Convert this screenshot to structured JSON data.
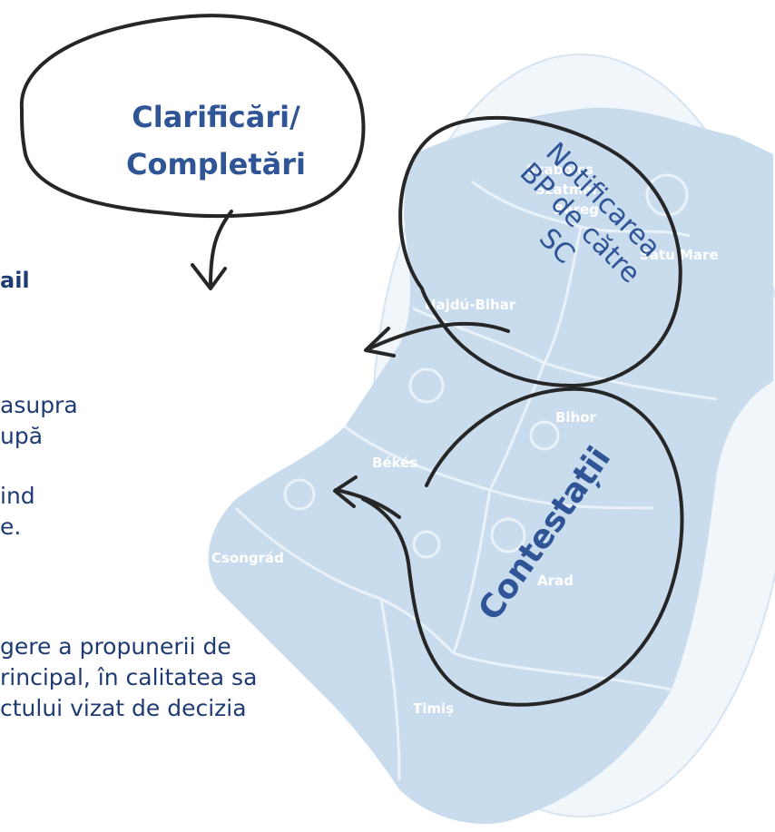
{
  "bubbles": {
    "clarificari": {
      "line1": "Clarificări/",
      "line2": "Completări"
    },
    "notificarea": {
      "line1": "Notificarea",
      "line2": "BP de către",
      "line3": "SC"
    },
    "contestatii": {
      "label": "Contestații"
    }
  },
  "map": {
    "regions": [
      "Szabolcs",
      "Szatmár",
      "Bereg",
      "Satu Mare",
      "Hajdú-Bihar",
      "Bihor",
      "Békés",
      "Csongrád",
      "Arad",
      "Timiș"
    ]
  },
  "body_text": {
    "bold_fragment": "ail",
    "lines": [
      "asupra",
      "upă",
      "ind",
      "e.",
      "gere a propunerii de",
      "rincipal, în calitatea sa",
      "ctului vizat de decizia"
    ]
  },
  "colors": {
    "map_fill": "#c9dced",
    "map_light": "#e3edf6",
    "title_blue": "#2f5597",
    "arrow": "#262626",
    "text_blue": "#1f3b73"
  }
}
